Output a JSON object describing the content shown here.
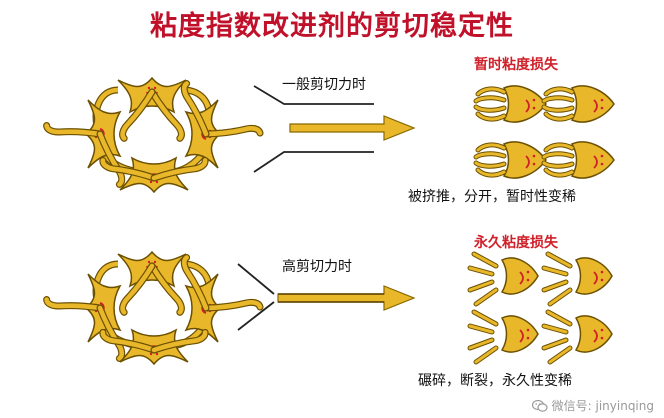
{
  "title": "粘度指数改进剂的剪切稳定性",
  "colors": {
    "title": "#c0102a",
    "molecule_fill": "#e8b72a",
    "molecule_stroke": "#6b5000",
    "arrow_fill": "#e8b72a",
    "arrow_stroke": "#8a6a00",
    "highlight_red": "#d0202a"
  },
  "top_section": {
    "arrow_label": "一般剪切力时",
    "result_title": "暂时粘度损失",
    "result_desc": "被挤推，分开，暂时性变稀"
  },
  "bottom_section": {
    "arrow_label": "高剪切力时",
    "result_title": "永久粘度损失",
    "result_desc": "碾碎，断裂，永久性变稀"
  },
  "watermark": {
    "icon": "wechat-icon",
    "text": "微信号: jinyinqing"
  }
}
